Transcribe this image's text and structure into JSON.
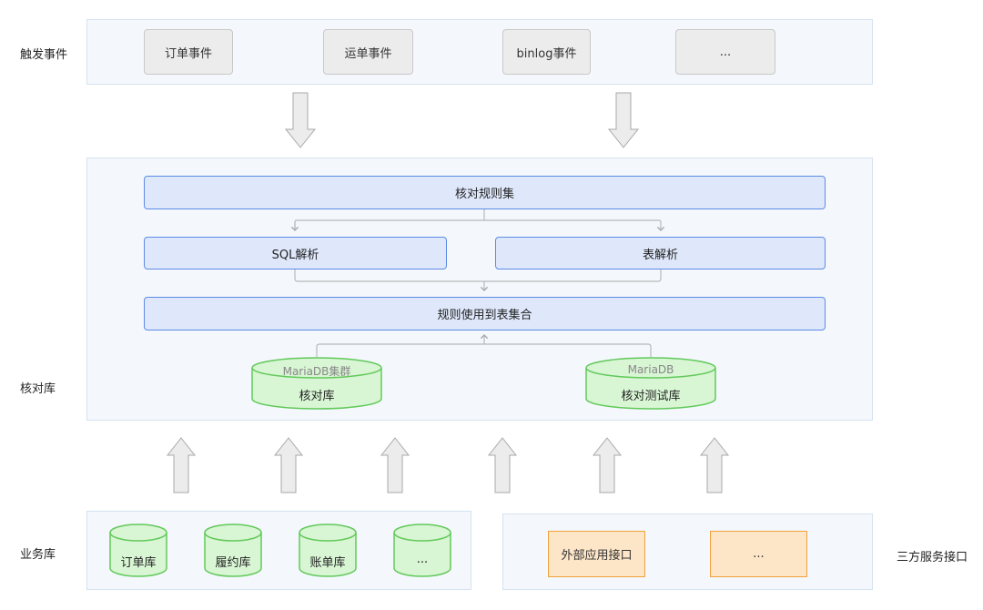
{
  "rows": {
    "trigger": "触发事件",
    "check": "核对库",
    "business": "业务库",
    "third_party": "三方服务接口"
  },
  "events": [
    "订单事件",
    "运单事件",
    "binlog事件",
    "..."
  ],
  "check": {
    "rule_set": "核对规则集",
    "sql_parse": "SQL解析",
    "table_parse": "表解析",
    "rule_table_set": "规则使用到表集合",
    "db1": {
      "sub": "MariaDB集群",
      "label": "核对库"
    },
    "db2": {
      "sub": "MariaDB",
      "label": "核对测试库"
    }
  },
  "business_dbs": [
    "订单库",
    "履约库",
    "账单库",
    "..."
  ],
  "third_party": [
    "外部应用接口",
    "..."
  ],
  "colors": {
    "panel_bg": "#f4f8fd",
    "blue_fill": "#dfe8fb",
    "blue_border": "#5b8be6",
    "green_fill": "#d8f5d4",
    "green_border": "#62c95a",
    "orange_fill": "#fde5c8",
    "orange_border": "#f0a23c",
    "event_fill": "#ececec"
  }
}
